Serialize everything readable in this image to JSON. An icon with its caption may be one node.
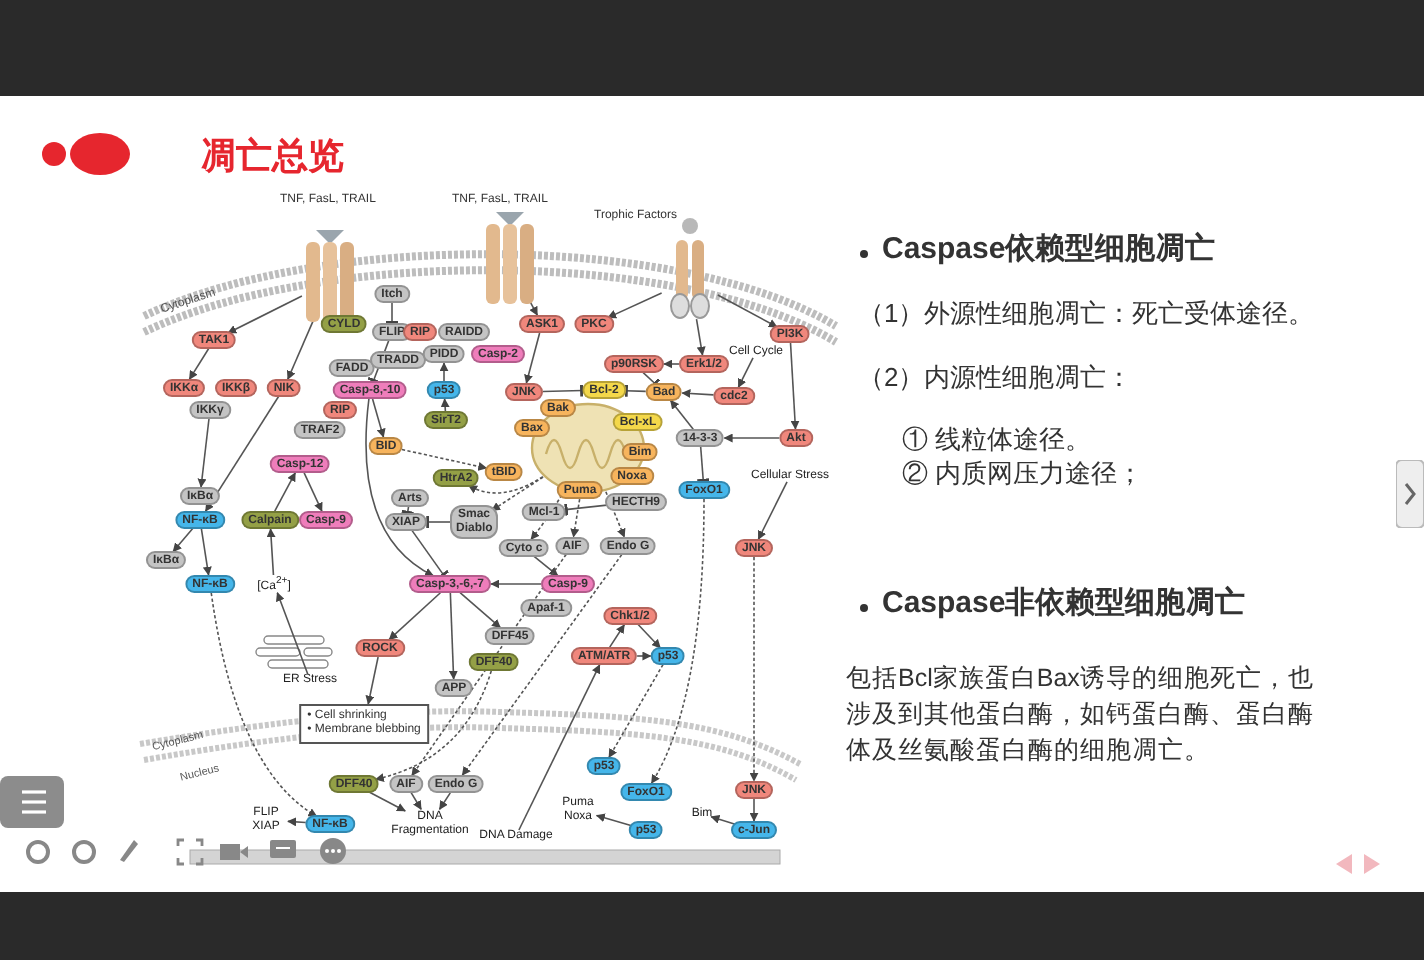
{
  "diagram": {
    "title": "凋亡总览",
    "nodes": [
      {
        "text": [],
        "shape": "picture"
      },
      {
        "text": [],
        "shape": "picture"
      },
      {
        "text": [],
        "shape": "picture"
      },
      {
        "text": [
          "TAK1"
        ]
      },
      {
        "text": [
          "IKKα"
        ]
      },
      {
        "text": [
          "IKKβ"
        ]
      },
      {
        "text": [
          "IKKγ"
        ]
      },
      {
        "text": [
          "NIK"
        ]
      },
      {
        "text": [
          "CYLD"
        ]
      },
      {
        "text": [
          "Itch"
        ]
      },
      {
        "text": [
          "FLIP"
        ]
      },
      {
        "text": [
          "FADD"
        ]
      },
      {
        "text": [
          "TRADD"
        ]
      },
      {
        "text": [
          "Casp-8,-10"
        ]
      },
      {
        "text": [
          "RIP"
        ]
      },
      {
        "text": [
          "TRAF2"
        ]
      },
      {
        "text": [
          "BID"
        ]
      },
      {
        "text": [
          "RIP"
        ]
      },
      {
        "text": [
          "RAIDD"
        ]
      },
      {
        "text": [
          "PIDD"
        ]
      },
      {
        "text": [
          "Casp-2"
        ]
      },
      {
        "text": [
          "ASK1"
        ]
      },
      {
        "text": [
          "PKC"
        ]
      },
      {
        "text": [
          "PI3K"
        ]
      },
      {
        "text": [
          "p90RSK"
        ]
      },
      {
        "text": [
          "Erk1/2"
        ]
      },
      {
        "text": [
          "p53"
        ]
      },
      {
        "text": [
          "JNK"
        ]
      },
      {
        "text": [
          "Bcl-2"
        ]
      },
      {
        "text": [
          "Bad"
        ]
      },
      {
        "text": [
          "cdc2"
        ]
      },
      {
        "text": [
          "SirT2"
        ]
      },
      {
        "text": [
          "Bak"
        ]
      },
      {
        "text": [
          "Bax"
        ]
      },
      {
        "text": [
          "Bcl-xL"
        ]
      },
      {
        "text": [
          "14-3-3"
        ]
      },
      {
        "text": [
          "Akt"
        ]
      },
      {
        "text": [
          "Bim"
        ]
      },
      {
        "text": [
          "Noxa"
        ]
      },
      {
        "text": [
          "Puma"
        ]
      },
      {
        "text": [
          "Mcl-1"
        ]
      },
      {
        "text": [
          "HECTH9"
        ]
      },
      {
        "text": [
          "FoxO1"
        ]
      },
      {
        "text": [
          "HtrA2"
        ]
      },
      {
        "text": [
          "tBID"
        ]
      },
      {
        "text": [
          "Arts"
        ]
      },
      {
        "text": [
          "Casp-12"
        ]
      },
      {
        "text": [
          "IκBα"
        ]
      },
      {
        "text": [
          "NF-κB"
        ]
      },
      {
        "text": [
          "Calpain"
        ]
      },
      {
        "text": [
          "Casp-9"
        ]
      },
      {
        "text": [
          "XIAP"
        ]
      },
      {
        "text": [
          "Smac Diablo"
        ]
      },
      {
        "text": [
          "Cyto c"
        ]
      },
      {
        "text": [
          "AIF"
        ]
      },
      {
        "text": [
          "Endo G"
        ]
      },
      {
        "text": [
          "JNK"
        ]
      },
      {
        "text": [
          "IκBα"
        ]
      },
      {
        "text": [
          "NF-κB"
        ]
      },
      {
        "text": [
          "Casp-3,-6,-7"
        ]
      },
      {
        "text": [
          "Casp-9"
        ]
      },
      {
        "text": [
          "Apaf-1"
        ]
      },
      {
        "text": [
          "Chk1/2"
        ]
      },
      {
        "text": [
          "ROCK"
        ]
      },
      {
        "text": [
          "DFF45"
        ]
      },
      {
        "text": [
          "ATM/ATR"
        ]
      },
      {
        "text": [
          "p53"
        ]
      },
      {
        "text": [
          "DFF40"
        ]
      },
      {
        "text": [
          "APP"
        ]
      },
      {
        "text": [
          "• Cell shrinking",
          "• Membrane blebbing"
        ]
      },
      {
        "text": [
          "p53"
        ]
      },
      {
        "text": [
          "DFF40"
        ]
      },
      {
        "text": [
          "AIF"
        ]
      },
      {
        "text": [
          "Endo G"
        ]
      },
      {
        "text": [
          "FoxO1"
        ]
      },
      {
        "text": [
          "JNK"
        ]
      },
      {
        "text": [
          "NF-κB"
        ]
      },
      {
        "text": [
          "p53"
        ]
      },
      {
        "text": [
          "c-Jun"
        ]
      },
      {
        "text": [
          "DNA Fragmentation"
        ]
      },
      {
        "text": [
          "FLIP XIAP"
        ]
      },
      {
        "text": [
          "Puma Noxa"
        ]
      },
      {
        "text": [
          "Bim"
        ]
      },
      {
        "text": [
          "DNA Damage"
        ]
      },
      {
        "text": [
          "[Ca$^{2+}$]"
        ]
      },
      {
        "text": [
          "ER Stress"
        ]
      },
      {
        "text": [
          "Cell Cycle"
        ]
      },
      {
        "text": [
          "Cellular Stress"
        ]
      },
      {
        "text": [],
        "shape": "picture"
      }
    ],
    "edges": [
      {
        "from": 0,
        "to": 3,
        "arrow": "to"
      },
      {
        "from": 0,
        "to": 7,
        "arrow": "to"
      },
      {
        "from": 3,
        "to": 4,
        "arrow": "to"
      },
      {
        "from": 6,
        "to": 47,
        "arrow": "to"
      },
      {
        "from": 7,
        "to": 48,
        "arrow": "to"
      },
      {
        "from": 48,
        "to": 57,
        "arrow": "to"
      },
      {
        "from": 48,
        "to": 58,
        "arrow": "to"
      },
      {
        "from": 58,
        "to": 76,
        "arrow": "to",
        "style": "dashed"
      },
      {
        "from": 76,
        "to": 80,
        "arrow": "to"
      },
      {
        "from": 9,
        "to": 10,
        "arrow": "other"
      },
      {
        "from": 10,
        "to": 13,
        "arrow": "other"
      },
      {
        "from": 13,
        "to": 16,
        "arrow": "to"
      },
      {
        "from": 13,
        "to": 59,
        "arrow": "to"
      },
      {
        "from": 16,
        "to": 44,
        "arrow": "to",
        "style": "dashed"
      },
      {
        "from": 26,
        "to": 19,
        "arrow": "to"
      },
      {
        "from": 31,
        "to": 26,
        "arrow": "to"
      },
      {
        "from": 1,
        "to": 21,
        "arrow": "to"
      },
      {
        "from": 21,
        "to": 27,
        "arrow": "to"
      },
      {
        "from": 27,
        "to": 28,
        "arrow": "other"
      },
      {
        "from": 2,
        "to": 22,
        "arrow": "to"
      },
      {
        "from": 2,
        "to": 25,
        "arrow": "to"
      },
      {
        "from": 2,
        "to": 23,
        "arrow": "to"
      },
      {
        "from": 25,
        "to": 24,
        "arrow": "to"
      },
      {
        "from": 24,
        "to": 29,
        "arrow": "other"
      },
      {
        "from": 86,
        "to": 30,
        "arrow": "to"
      },
      {
        "from": 30,
        "to": 29,
        "arrow": "to"
      },
      {
        "from": 29,
        "to": 28,
        "arrow": "other"
      },
      {
        "from": 23,
        "to": 36,
        "arrow": "to"
      },
      {
        "from": 36,
        "to": 35,
        "arrow": "to"
      },
      {
        "from": 35,
        "to": 29,
        "arrow": "to"
      },
      {
        "from": 35,
        "to": 42,
        "arrow": "other"
      },
      {
        "from": 41,
        "to": 40,
        "arrow": "other"
      },
      {
        "from": 87,
        "to": 56,
        "arrow": "to"
      },
      {
        "from": 56,
        "to": 75,
        "arrow": "to",
        "style": "dashed"
      },
      {
        "from": 75,
        "to": 78,
        "arrow": "to"
      },
      {
        "from": 78,
        "to": 82,
        "arrow": "to"
      },
      {
        "from": 42,
        "to": 74,
        "arrow": "to",
        "style": "dashed"
      },
      {
        "from": 77,
        "to": 81,
        "arrow": "to"
      },
      {
        "from": 66,
        "to": 70,
        "arrow": "to",
        "style": "dashed"
      },
      {
        "from": 65,
        "to": 62,
        "arrow": "to"
      },
      {
        "from": 62,
        "to": 66,
        "arrow": "to"
      },
      {
        "from": 65,
        "to": 66,
        "arrow": "to"
      },
      {
        "from": 83,
        "to": 65,
        "arrow": "to"
      },
      {
        "from": 88,
        "to": 53,
        "arrow": "to",
        "style": "dashed"
      },
      {
        "from": 88,
        "to": 54,
        "arrow": "to",
        "style": "dashed"
      },
      {
        "from": 88,
        "to": 55,
        "arrow": "to",
        "style": "dashed"
      },
      {
        "from": 88,
        "to": 52,
        "arrow": "to",
        "style": "dashed"
      },
      {
        "from": 88,
        "to": 43,
        "arrow": "to",
        "style": "dashed"
      },
      {
        "from": 52,
        "to": 51,
        "arrow": "other"
      },
      {
        "from": 45,
        "to": 51,
        "arrow": "other"
      },
      {
        "from": 51,
        "to": 59,
        "arrow": "other"
      },
      {
        "from": 53,
        "to": 60,
        "arrow": "to"
      },
      {
        "from": 60,
        "to": 59,
        "arrow": "to"
      },
      {
        "from": 46,
        "to": 50,
        "arrow": "to"
      },
      {
        "from": 49,
        "to": 46,
        "arrow": "to"
      },
      {
        "from": 84,
        "to": 49,
        "arrow": "to"
      },
      {
        "from": 85,
        "to": 84,
        "arrow": "to"
      },
      {
        "from": 59,
        "to": 63,
        "arrow": "to"
      },
      {
        "from": 59,
        "to": 68,
        "arrow": "to"
      },
      {
        "from": 59,
        "to": 64,
        "arrow": "to"
      },
      {
        "from": 63,
        "to": 69,
        "arrow": "to"
      },
      {
        "from": 67,
        "to": 71,
        "arrow": "to",
        "style": "dashed"
      },
      {
        "from": 54,
        "to": 72,
        "arrow": "to",
        "style": "dashed"
      },
      {
        "from": 55,
        "to": 73,
        "arrow": "to",
        "style": "dashed"
      },
      {
        "from": 71,
        "to": 79,
        "arrow": "to"
      },
      {
        "from": 72,
        "to": 79,
        "arrow": "to"
      },
      {
        "from": 73,
        "to": 79,
        "arrow": "to"
      }
    ],
    "labels": [
      "TNF, FasL, TRAIL",
      "TNF, FasL, TRAIL",
      "Trophic Factors",
      "Cytoplasm",
      "Cytoplasm",
      "Nucleus",
      "Caspase依赖型细胞凋亡",
      "（1）外源性细胞凋亡：死亡受体途径。",
      "（2）内源性细胞凋亡：",
      "① 线粒体途径。",
      "② 内质网压力途径；",
      "Caspase非依赖型细胞凋亡",
      "包括Bcl家族蛋白Bax诱导的细胞死亡，也涉及到其他蛋白酶，如钙蛋白酶、蛋白酶体及丝氨酸蛋白酶的细胞凋亡。"
    ]
  }
}
